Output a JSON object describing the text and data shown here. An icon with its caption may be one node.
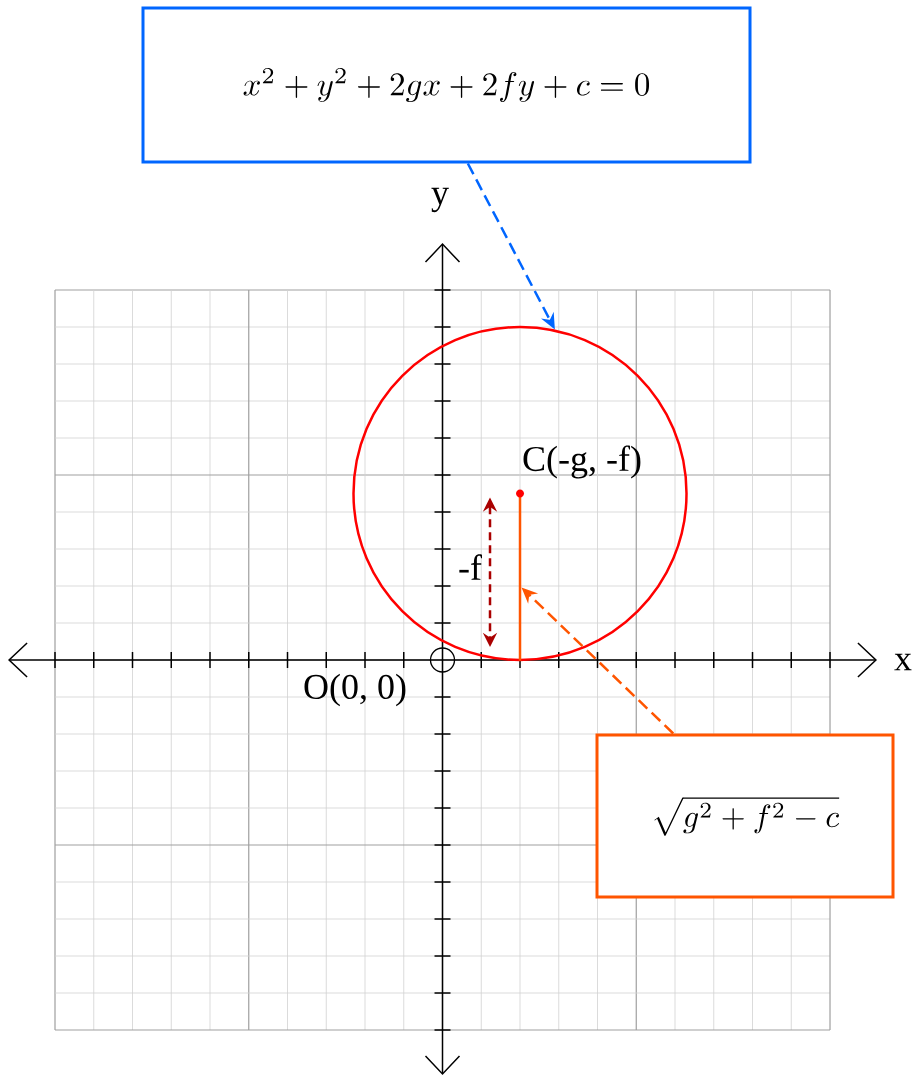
{
  "diagram": {
    "nodes": [
      {
        "text": [
          "x^{2} + y^{2} + 2gx + 2fy + c = 0"
        ]
      },
      {
        "text": [],
        "shape": "circle"
      },
      {
        "text": [
          "\\sqrt{g^{2} + f^{2} - c}"
        ]
      },
      {
        "text": [],
        "shape": "line",
        "in": 1
      }
    ],
    "edges": [
      {
        "from": 0,
        "to": 1,
        "arrow": "to",
        "style": "dashed",
        "color": "#0066ff"
      },
      {
        "from": 2,
        "to": 3,
        "arrow": "to",
        "style": "dashed",
        "color": "#ff5500"
      }
    ],
    "labels": [
      "y",
      "C(-g, -f)",
      "-f",
      "x",
      "O(0, 0)"
    ]
  }
}
